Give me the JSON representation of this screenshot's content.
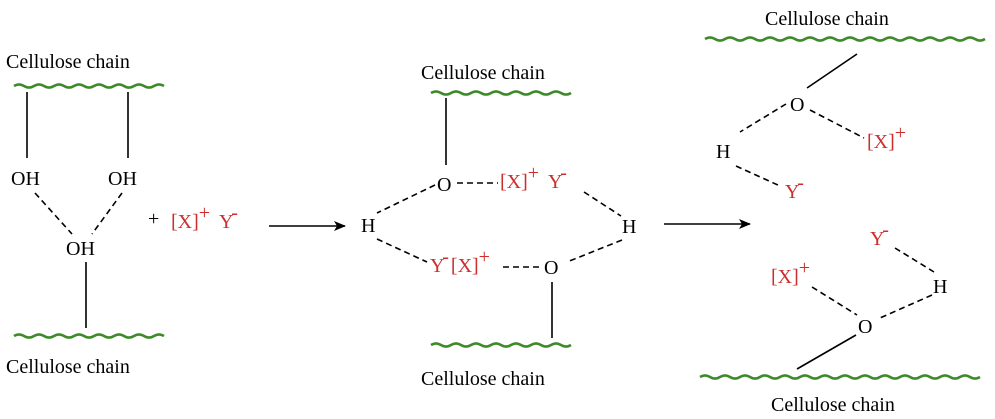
{
  "labels": {
    "cellulose_chain": "Cellulose chain",
    "oh": "OH",
    "o": "O",
    "h": "H",
    "plus": "+"
  },
  "ions": {
    "cation": "[X]",
    "cation_charge": "+",
    "anion": "Y",
    "anion_charge": "-"
  },
  "colors": {
    "ion_text": "#cc2e2e",
    "chain": "#3e8a2a",
    "text": "#000000"
  }
}
